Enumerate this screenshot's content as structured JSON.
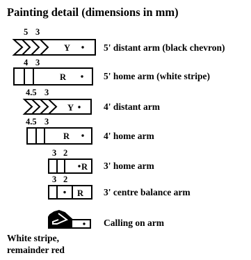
{
  "title": "Painting detail (dimensions in mm)",
  "arms": [
    {
      "dims": [
        "5",
        "3"
      ],
      "letter": "Y",
      "label": "5' distant arm (black chevron)"
    },
    {
      "dims": [
        "4",
        "3"
      ],
      "letter": "R",
      "label": "5' home arm (white stripe)"
    },
    {
      "dims": [
        "4.5",
        "3"
      ],
      "letter": "Y",
      "label": "4' distant arm"
    },
    {
      "dims": [
        "4.5",
        "3"
      ],
      "letter": "R",
      "label": "4' home arm"
    },
    {
      "dims": [
        "3",
        "2"
      ],
      "letter": "R",
      "label": "3' home arm"
    },
    {
      "dims": [
        "3",
        "2"
      ],
      "letter": "R",
      "label": "3' centre balance arm"
    },
    {
      "label": "Calling on arm"
    }
  ],
  "note_lines": [
    "White stripe,",
    "remainder red"
  ],
  "colors": {
    "ink": "#000000",
    "background": "#ffffff"
  }
}
